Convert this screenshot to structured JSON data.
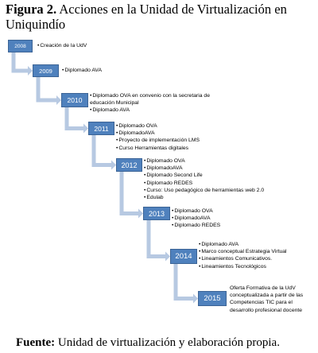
{
  "figure": {
    "label": "Figura 2.",
    "title": "Acciones en la Unidad de Virtualización en Uniquindío"
  },
  "colors": {
    "box_fill": "#4f81bd",
    "box_border": "#3c6496",
    "arrow": "#b7c9e2"
  },
  "timeline": [
    {
      "year": "2008",
      "items": [
        "Creación de la UdV"
      ]
    },
    {
      "year": "2009",
      "items": [
        "Diplomado AVA"
      ]
    },
    {
      "year": "2010",
      "items": [
        "Diplomado OVA en convenio con la secretaria de educación Municipal",
        "Diplomado AVA"
      ]
    },
    {
      "year": "2011",
      "items": [
        "Diplomado OVA",
        "DiplomadoAVA",
        "Proyecto de implementación LMS",
        "Curso Herramientas digitales"
      ]
    },
    {
      "year": "2012",
      "items": [
        "Diplomado OVA",
        "DiplomadoAVA",
        "Diplomado Second Life",
        "Diplomado REDES",
        "Curso: Uso pedagógico de herramientas web 2.0",
        "Edulab"
      ]
    },
    {
      "year": "2013",
      "items": [
        "Diplomado OVA",
        "DiplomadoAVA",
        "Diplomado REDES"
      ]
    },
    {
      "year": "2014",
      "items": [
        "Diplomado AVA",
        "Marco conceptual Estrategia Virtual",
        "Lineamientos Comunicativos.",
        "Lineamientos Tecnológicos"
      ]
    },
    {
      "year": "2015",
      "items": [
        "Oferta Formativa de la UdV conceptualizada a partir de las Competencias TIC para el desarrollo profesional docente"
      ]
    }
  ],
  "source": {
    "label": "Fuente:",
    "text": "Unidad de virtualización y elaboración propia."
  }
}
